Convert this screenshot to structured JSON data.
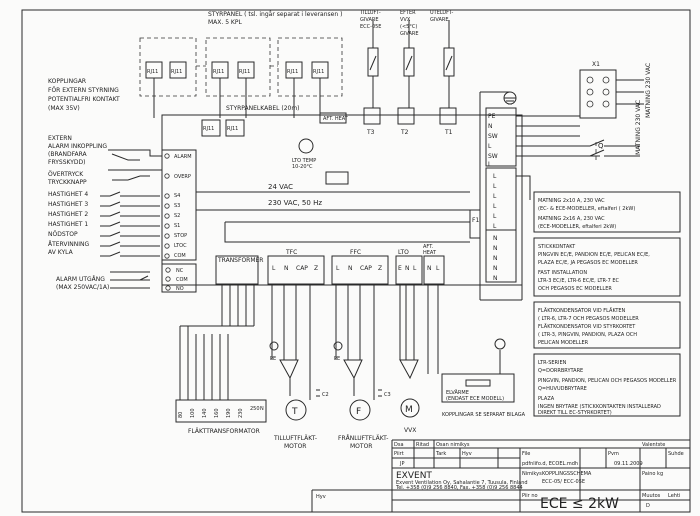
{
  "left_notes": {
    "koppling": [
      "KOPPLINGAR",
      "FÖR EXTERN STYRNING",
      "POTENTIALFRI KONTAKT",
      "(MAX 35V)"
    ],
    "alarm": [
      "EXTERN",
      "ALARM INKOPPLING",
      "(BRANDFARA",
      "FRYSSKYDD)"
    ],
    "overtryck": [
      "ÖVERTRYCK",
      "TRYCKKNAPP"
    ],
    "hast4": "HASTIGHET 4",
    "hast3": "HASTIGHET 3",
    "hast2": "HASTIGHET 2",
    "hast1": "HASTIGHET 1",
    "nodstop": "NÖDSTOP",
    "atervinning": [
      "ÅTERVINNING",
      "AV KYLA"
    ],
    "alarm_utgang": [
      "ALARM UTGÅNG",
      "(MAX 250VAC/1A)"
    ]
  },
  "board_terminals": {
    "alarm": "ALARM",
    "overp": "OVERP",
    "s4": "S4",
    "s3": "S3",
    "s2": "S2",
    "s1": "S1",
    "stop": "STOP",
    "ltoc": "LTOC",
    "com": "COM",
    "nc": "NC",
    "com2": "COM",
    "no": "NO"
  },
  "top": {
    "styrpanel": [
      "STYRPANEL ( tsl. ingår separat i leveransen )",
      "MAX. 5 KPL"
    ],
    "rj11": "RJ11",
    "styrpanelkabel": "STYRPANELKABEL (20m)",
    "tilluft": [
      "TILLUFT-",
      "GIVARE",
      "ECC-05E"
    ],
    "efter": [
      "EFTER",
      "VVX",
      "(<5°C)",
      "GIVARE"
    ],
    "uteluft": [
      "UTELUFT-",
      "GIVARE"
    ],
    "t3": "T3",
    "t2": "T2",
    "t1": "T1",
    "aft_heat": "AFT. HEAT",
    "lto_temp": [
      "LTO TEMP",
      "10-20°C"
    ]
  },
  "board": {
    "v24": "24 VAC",
    "v230": "230 VAC, 50 Hz",
    "tfc": "TFC",
    "ffc": "FFC",
    "lto": "LTO",
    "aft_heat": [
      "AFT.",
      "HEAT"
    ],
    "transformer": "TRANSFORMER",
    "tfc_terms": [
      "L",
      "N",
      "CAP",
      "Z"
    ],
    "ffc_terms": [
      "L",
      "N",
      "CAP",
      "Z"
    ],
    "lto_terms": [
      "E",
      "N",
      "L"
    ],
    "aft_terms": [
      "N",
      "L"
    ],
    "f1": "F1",
    "pe_terms": [
      "PE",
      "N",
      "SW",
      "L",
      "SW",
      "L"
    ],
    "l_terms": [
      "L",
      "L",
      "L",
      "L",
      "L",
      "L"
    ],
    "n_terms": [
      "N",
      "N",
      "N",
      "N",
      "N"
    ]
  },
  "right": {
    "x1": "X1",
    "matning": "MATNING 230 VAC",
    "q": "Q",
    "notes": [
      [
        "MATNING 2x10 A, 230 VAC",
        "(EC- & ECE-MODELLER, eftalferi ( 2kW)",
        "MATNING 2x16 A, 230 VAC",
        "(ECE-MODELLER, eftalferi 2kW)"
      ],
      [
        "STICKKONTAKT",
        "PINGVIN EC/E, PANDION EC/E, PELICAN EC/E,",
        "PLAZA EC/E, JA PEGASOS EC MODELLER",
        "FAST INSTALLATION",
        "LTR-3 EC/E, LTR-6 EC/E, LTR-7 EC",
        "OCH PEGASOS EC MODELLER"
      ],
      [
        "FLÄKTKONDENSATOR VID FLÄKTEN",
        "( LTR-6, LTR-7 OCH PEGASOS MODELLER",
        "FLÄKTKONDENSATOR VID STYRKORTET",
        "( LTR-3, PINGVIN, PANDION, PLAZA OCH",
        "PELICAN MODELLER"
      ],
      [
        "LTR-SERIEN",
        "Q=DORRBRYTARE",
        "PINGVIN, PANDION, PELICAN OCH PEGASOS MODELLER",
        "Q=HUVUDBRYTARE",
        "PLAZA",
        "INGEN BRYTARE (STICKKONTAKTEN INSTALLERAD",
        "DIREKT TILL EC-STYRKORTET)"
      ]
    ]
  },
  "bottom": {
    "transformator": "FLÄKTTRANSFORMATOR",
    "taps": [
      "80",
      "100",
      "140",
      "160",
      "190",
      "230",
      "250",
      "N"
    ],
    "tilluft_motor": [
      "TILLUFTFLÄKT-",
      "MOTOR"
    ],
    "franluft_motor": [
      "FRÅNLUFTFLÄKT-",
      "MOTOR"
    ],
    "vvx": "VVX",
    "elvarme": [
      "ELVÄRME",
      "(ENDAST ECE MODELL)"
    ],
    "koppling_bilaga": "KOPPLINGAR SE SEPARAT BILAGA",
    "pe": "PE",
    "c2": "C2",
    "c3": "C3",
    "motor_t": "T",
    "motor_f": "F",
    "motor_m": "M"
  },
  "title_block": {
    "ritat_av": "Dsa",
    "ritad": "Ritad",
    "osan": "Osan nimikys",
    "piirt": "Piirt",
    "jp": "JP",
    "tark": "Tark",
    "hyv": "Hyv",
    "file": "File",
    "file_name": "pdfnlifo.d, ECOEL.mdh",
    "pvm": "Pvm",
    "date": "09.11.2009",
    "sivu": "Suhde",
    "valvnt": "Valentste",
    "nimike": "Nimikys",
    "nimike_val": [
      "KOPPLINGSSCHEMA",
      "ECC-05/ ECC-05E"
    ],
    "paino": "Paino kg",
    "company": "EXVENT",
    "company_sub": [
      "Exvent Ventilation Oy, Sahalantie 7, Tuusula, Finland",
      "Tel. +358 (0)9 256 8840, Fax. +358 (0)9 256 8844"
    ],
    "piir_no": "Piir no",
    "drawing_no": "ECE ≤ 2kW",
    "muutos": "Muutos",
    "muutos_val": "D",
    "lehti": "Lehti",
    "hyv2": "Hyv"
  }
}
